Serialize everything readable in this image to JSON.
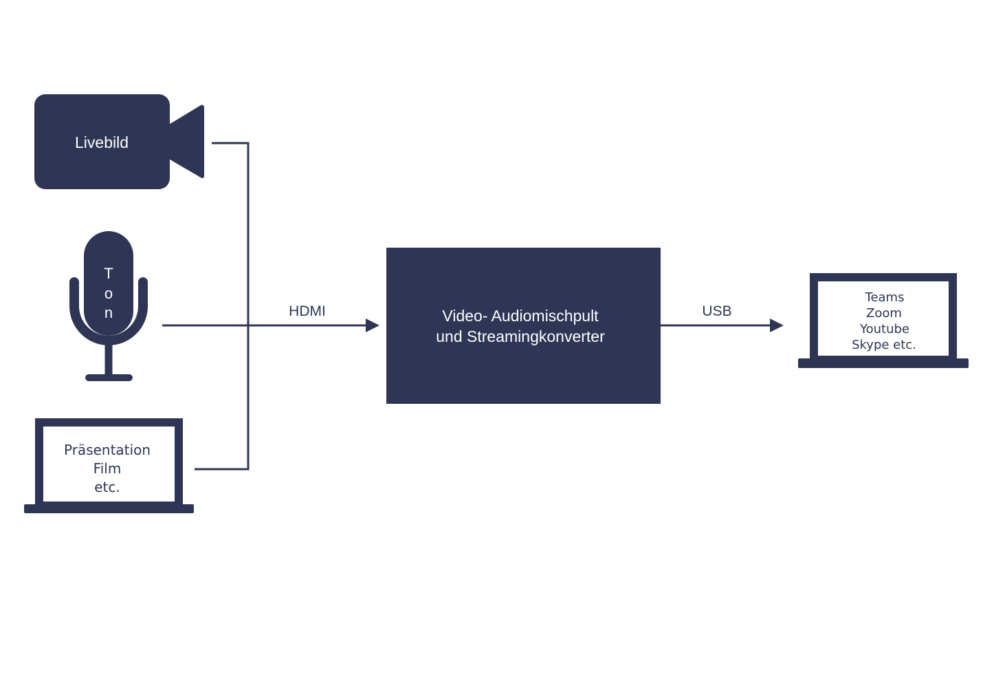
{
  "colors": {
    "primary": "#2e3555",
    "background": "#ffffff"
  },
  "camera": {
    "label": "Livebild"
  },
  "microphone": {
    "letters": [
      "T",
      "o",
      "n"
    ]
  },
  "source_laptop": {
    "lines": [
      "Präsentation",
      "Film",
      "etc."
    ]
  },
  "connections": {
    "input": "HDMI",
    "output": "USB"
  },
  "mixer": {
    "lines": [
      "Video- Audiomischpult",
      "und Streamingkonverter"
    ]
  },
  "target_laptop": {
    "lines": [
      "Teams",
      "Zoom",
      "Youtube",
      "Skype etc."
    ]
  }
}
